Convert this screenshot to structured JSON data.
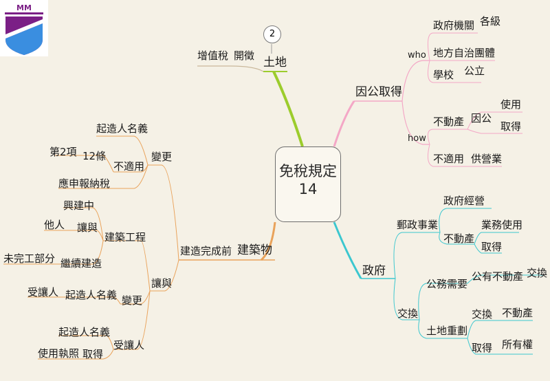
{
  "center": {
    "title": "免稅規定",
    "subtitle": "14"
  },
  "land": {
    "badge": "2",
    "label": "土地",
    "tax": "增值稅",
    "levy": "開徵"
  },
  "public": {
    "label": "因公取得",
    "who": "who",
    "gov_agency": "政府機關",
    "all_levels": "各級",
    "local_gov": "地方自治團體",
    "school": "學校",
    "public_school": "公立",
    "how": "how",
    "real_estate": "不動產",
    "for_public": "因公",
    "use": "使用",
    "acquire": "取得",
    "not_applicable": "不適用",
    "for_business": "供營業"
  },
  "government": {
    "label": "政府",
    "postal": "郵政事業",
    "gov_operated": "政府經營",
    "real_estate": "不動產",
    "business_use": "業務使用",
    "acquire": "取得",
    "exchange": "交換",
    "public_need": "公務需要",
    "public_property": "公有不動產",
    "exchange2": "交換",
    "land_readjust": "土地重劃",
    "exchange3": "交換",
    "real_estate2": "不動產",
    "acquire2": "取得",
    "ownership": "所有權"
  },
  "building": {
    "label": "建築物",
    "before_completion": "建造完成前",
    "change": "變更",
    "builder_name": "起造人名義",
    "not_applicable": "不適用",
    "art12": "12條",
    "item2": "第2項",
    "should_declare": "應申報納稅",
    "construction": "建築工程",
    "under_construction": "興建中",
    "transfer": "讓與",
    "others": "他人",
    "continue_build": "繼續建造",
    "unfinished_part": "未完工部分",
    "transfer2": "讓與",
    "change2": "變更",
    "builder_name2": "起造人名義",
    "transferee": "受讓人",
    "transferee2": "受讓人",
    "builder_name3": "起造人名義",
    "acquire": "取得",
    "use_permit": "使用執照"
  },
  "colors": {
    "land_branch": "#9ccc2c",
    "public_branch": "#f4a7c6",
    "government_branch": "#3cc7cf",
    "building_branch": "#e9a25a",
    "background": "#f5f1e6",
    "logo_purple": "#7b1f86",
    "logo_blue": "#3a8ee0"
  }
}
